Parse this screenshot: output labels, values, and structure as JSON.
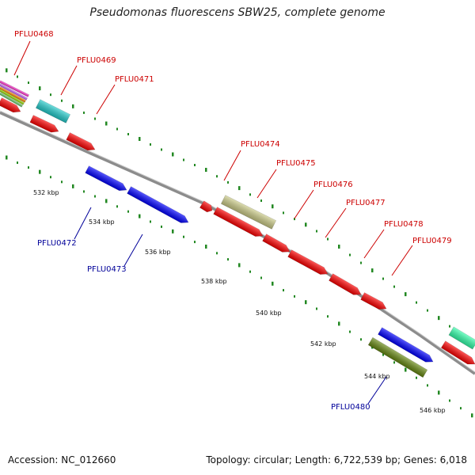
{
  "title": "Pseudomonas fluorescens SBW25, complete genome",
  "footer": {
    "accession": "Accession: NC_012660",
    "summary": "Topology: circular; Length: 6,722,539 bp; Genes: 6,018"
  },
  "colors": {
    "forward_label": "#cc0000",
    "reverse_label": "#000099",
    "backbone": "#888888",
    "tick": "#228822"
  },
  "tick_labels": [
    "532 kbp",
    "534 kbp",
    "536 kbp",
    "538 kbp",
    "540 kbp",
    "542 kbp",
    "544 kbp",
    "546 kbp"
  ],
  "gene_labels": [
    {
      "text": "PFLU0468",
      "strand": "forward"
    },
    {
      "text": "PFLU0469",
      "strand": "forward"
    },
    {
      "text": "PFLU0471",
      "strand": "forward"
    },
    {
      "text": "PFLU0474",
      "strand": "forward"
    },
    {
      "text": "PFLU0475",
      "strand": "forward"
    },
    {
      "text": "PFLU0476",
      "strand": "forward"
    },
    {
      "text": "PFLU0477",
      "strand": "forward"
    },
    {
      "text": "PFLU0478",
      "strand": "forward"
    },
    {
      "text": "PFLU0479",
      "strand": "forward"
    },
    {
      "text": "PFLU0472",
      "strand": "reverse"
    },
    {
      "text": "PFLU0473",
      "strand": "reverse"
    },
    {
      "text": "PFLU0480",
      "strand": "reverse"
    }
  ],
  "features": [
    {
      "color": "#ff0000"
    },
    {
      "color": "#ff0000"
    },
    {
      "color": "#ff0000"
    },
    {
      "color": "#ff0000"
    },
    {
      "color": "#ff0000"
    },
    {
      "color": "#ff0000"
    },
    {
      "color": "#ff0000"
    },
    {
      "color": "#ff0000"
    },
    {
      "color": "#ff0000"
    },
    {
      "color": "#ff0000"
    },
    {
      "color": "#22cccc"
    },
    {
      "color": "#cccc88"
    },
    {
      "color": "#33ffaa"
    },
    {
      "color": "#0000ff"
    },
    {
      "color": "#0000ff"
    },
    {
      "color": "#0000ff"
    },
    {
      "color": "#668811"
    },
    {
      "color": "#ff33cc"
    },
    {
      "color": "#cc66ff"
    },
    {
      "color": "#ff8800"
    },
    {
      "color": "#99dd00"
    },
    {
      "color": "#66cc66"
    }
  ]
}
